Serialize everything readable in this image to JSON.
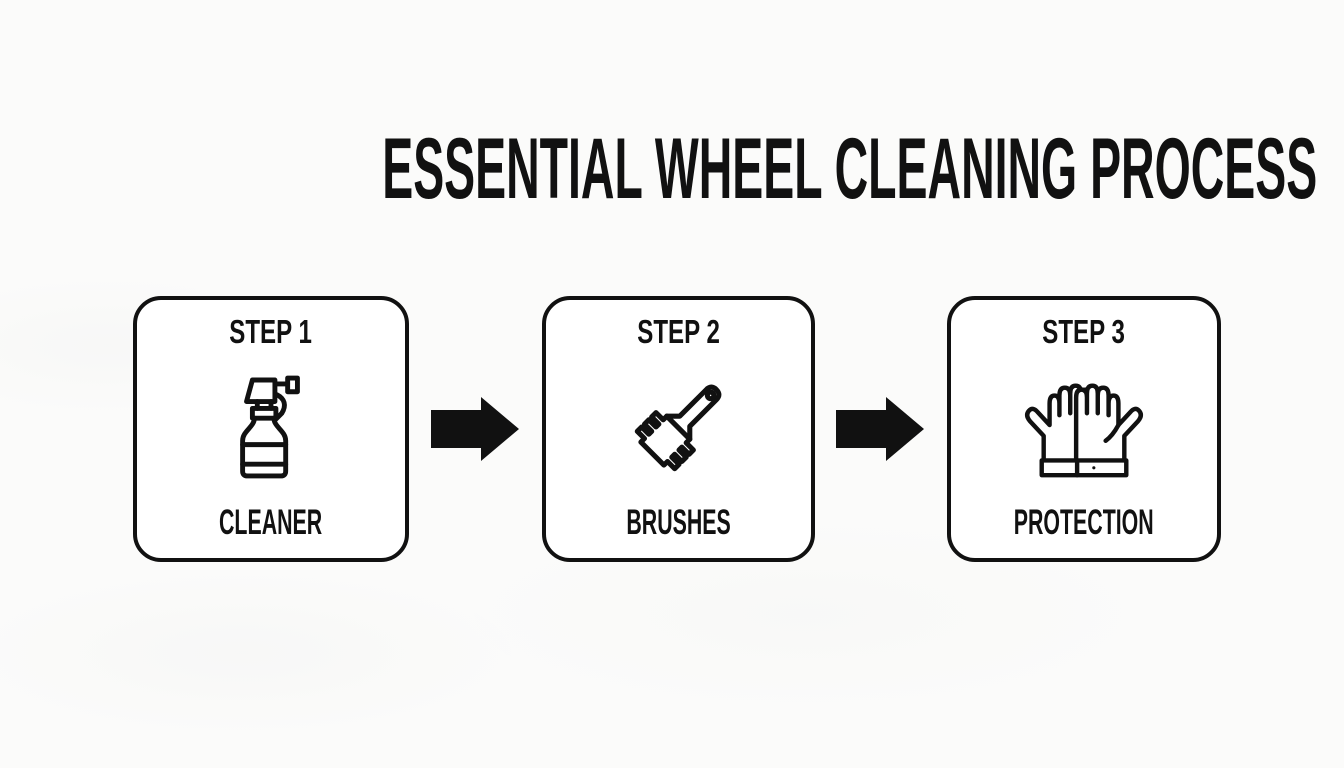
{
  "title": "ESSENTIAL WHEEL CLEANING PROCESS",
  "steps": [
    {
      "step_label": "STEP 1",
      "name": "CLEANER",
      "icon": "spray-bottle-icon"
    },
    {
      "step_label": "STEP 2",
      "name": "BRUSHES",
      "icon": "brush-icon"
    },
    {
      "step_label": "STEP 3",
      "name": "PROTECTION",
      "icon": "gloves-icon"
    }
  ],
  "colors": {
    "ink": "#111111",
    "background": "#fbfbfa",
    "box_background": "#ffffff"
  }
}
